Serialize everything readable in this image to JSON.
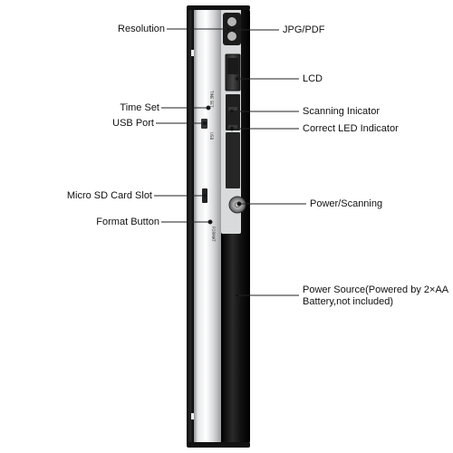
{
  "labels": {
    "resolution": "Resolution",
    "time_set": "Time Set",
    "usb_port": "USB Port",
    "micro_sd": "Micro SD Card Slot",
    "format_button": "Format Button",
    "jpg_pdf": "JPG/PDF",
    "lcd": "LCD",
    "scanning_indicator": "Scanning Inicator",
    "correct_led": "Correct LED Indicator",
    "power_scanning": "Power/Scanning",
    "power_source": "Power Source(Powered by 2×AA Battery,not included)"
  },
  "device_markings": {
    "time_set_mark": "TIME SET",
    "usb_mark": "USB",
    "format_mark": "FORMAT"
  },
  "colors": {
    "body_silver": "#cfd0d2",
    "body_black": "#141414",
    "callout_line": "#222222",
    "callout_dot": "#111111"
  }
}
